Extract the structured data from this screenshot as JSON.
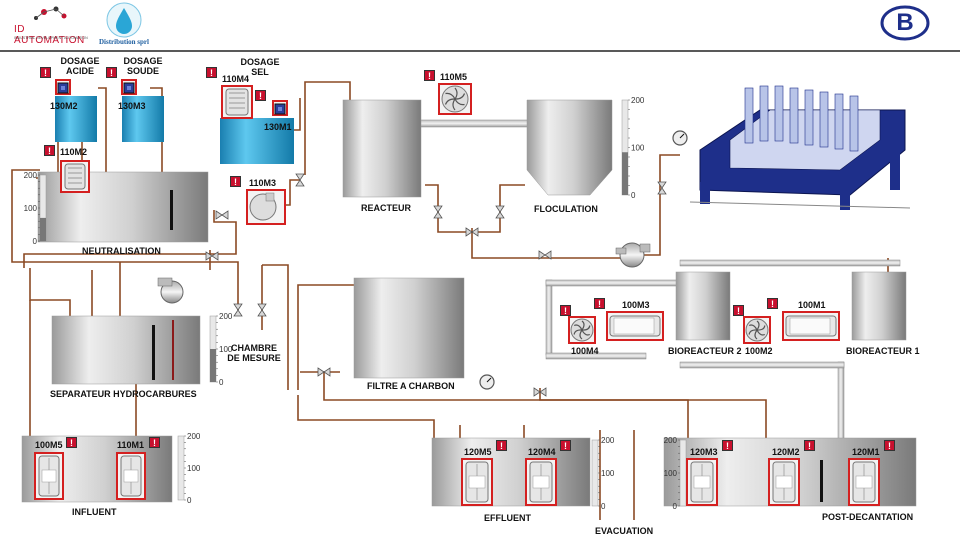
{
  "header": {
    "logo_text": "ID AUTOMATION",
    "logo_subtext": "INDUSTRIAL DEVELOPMENT AUTOMATION",
    "partner_logo_text": "Distribution sprl",
    "brand_letter": "B"
  },
  "dosing": {
    "acide_label": "DOSAGE ACIDE",
    "soude_label": "DOSAGE SOUDE",
    "sel_label": "DOSAGE SEL",
    "pump_130M2": "130M2",
    "pump_130M3": "130M3",
    "pump_130M1": "130M1",
    "motor_110M4": "110M4"
  },
  "tanks": {
    "neutralisation": "NEUTRALISATION",
    "reacteur": "REACTEUR",
    "floculation": "FLOCULATION",
    "separateur": "SEPARATEUR HYDROCARBURES",
    "chambre": "CHAMBRE DE MESURE",
    "filtre": "FILTRE A CHARBON",
    "bioreacteur2": "BIOREACTEUR 2",
    "bioreacteur1": "BIOREACTEUR 1",
    "influent": "INFLUENT",
    "effluent": "EFFLUENT",
    "evacuation": "EVACUATION",
    "post_decantation": "POST-DECANTATION"
  },
  "equipment": {
    "m110M2": "110M2",
    "m110M3": "110M3",
    "m110M5": "110M5",
    "m100M3": "100M3",
    "m100M4": "100M4",
    "m100M1": "100M1",
    "m100M2": "100M2",
    "m100M5": "100M5",
    "m110M1": "110M1",
    "m120M5": "120M5",
    "m120M4": "120M4",
    "m120M3": "120M3",
    "m120M2": "120M2",
    "m120M1": "120M1"
  },
  "gauges": {
    "neutralisation": {
      "ticks": [
        "200",
        "100",
        "0"
      ],
      "level": 0.35
    },
    "floculation": {
      "ticks": [
        "200",
        "100",
        "0"
      ],
      "level": 0.45
    },
    "separateur": {
      "ticks": [
        "200",
        "100",
        "0"
      ],
      "level": 0.5
    },
    "influent": {
      "ticks": [
        "200",
        "100",
        "0"
      ],
      "level": 0.0
    },
    "effluent": {
      "ticks": [
        "200",
        "100",
        "0"
      ],
      "level": 0.0
    },
    "post_decantation": {
      "ticks": [
        "200",
        "100",
        "0"
      ],
      "level": 0.0
    }
  },
  "colors": {
    "pipe": "#8b4a24",
    "alarm": "#c8102e",
    "highlight": "#d42020",
    "tank_blue": "#2aa6d6"
  }
}
